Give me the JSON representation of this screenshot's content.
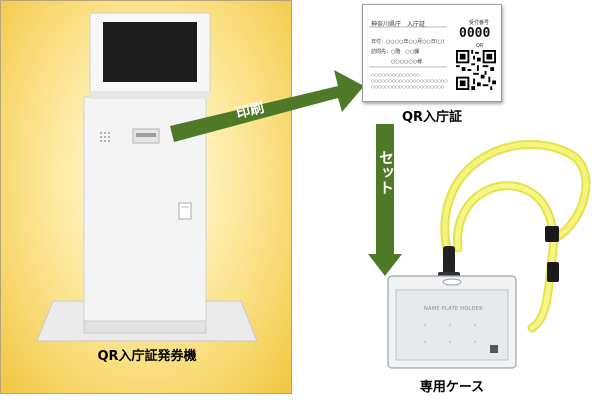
{
  "kiosk": {
    "label": "QR入庁証発券機"
  },
  "print_arrow": {
    "label": "印刷"
  },
  "card": {
    "label": "QR入庁証",
    "title": "神奈川県庁　入庁証",
    "ticket_caption": "受付番号",
    "ticket_number": "0000",
    "qr_caption": "QR",
    "date_line": "日付：○○○○年○○月○○日(○)",
    "visit_line": "訪問先：○階　○○課",
    "name_line": "○○○○○○様",
    "note1": "○○○○○○○○○○○○○○",
    "note2": "○○○○○○○○○○○○○○○○○○○○○○",
    "note3": "○○○○○○○○○○○○○○○○○○○○○"
  },
  "set_arrow": {
    "label": "セット"
  },
  "case": {
    "label": "専用ケース",
    "plate_text": "NAME PLATE HOLDER"
  },
  "colors": {
    "arrow": "#4e7a27",
    "lanyard": "#f2f06a",
    "panel": "#f6d65a"
  }
}
